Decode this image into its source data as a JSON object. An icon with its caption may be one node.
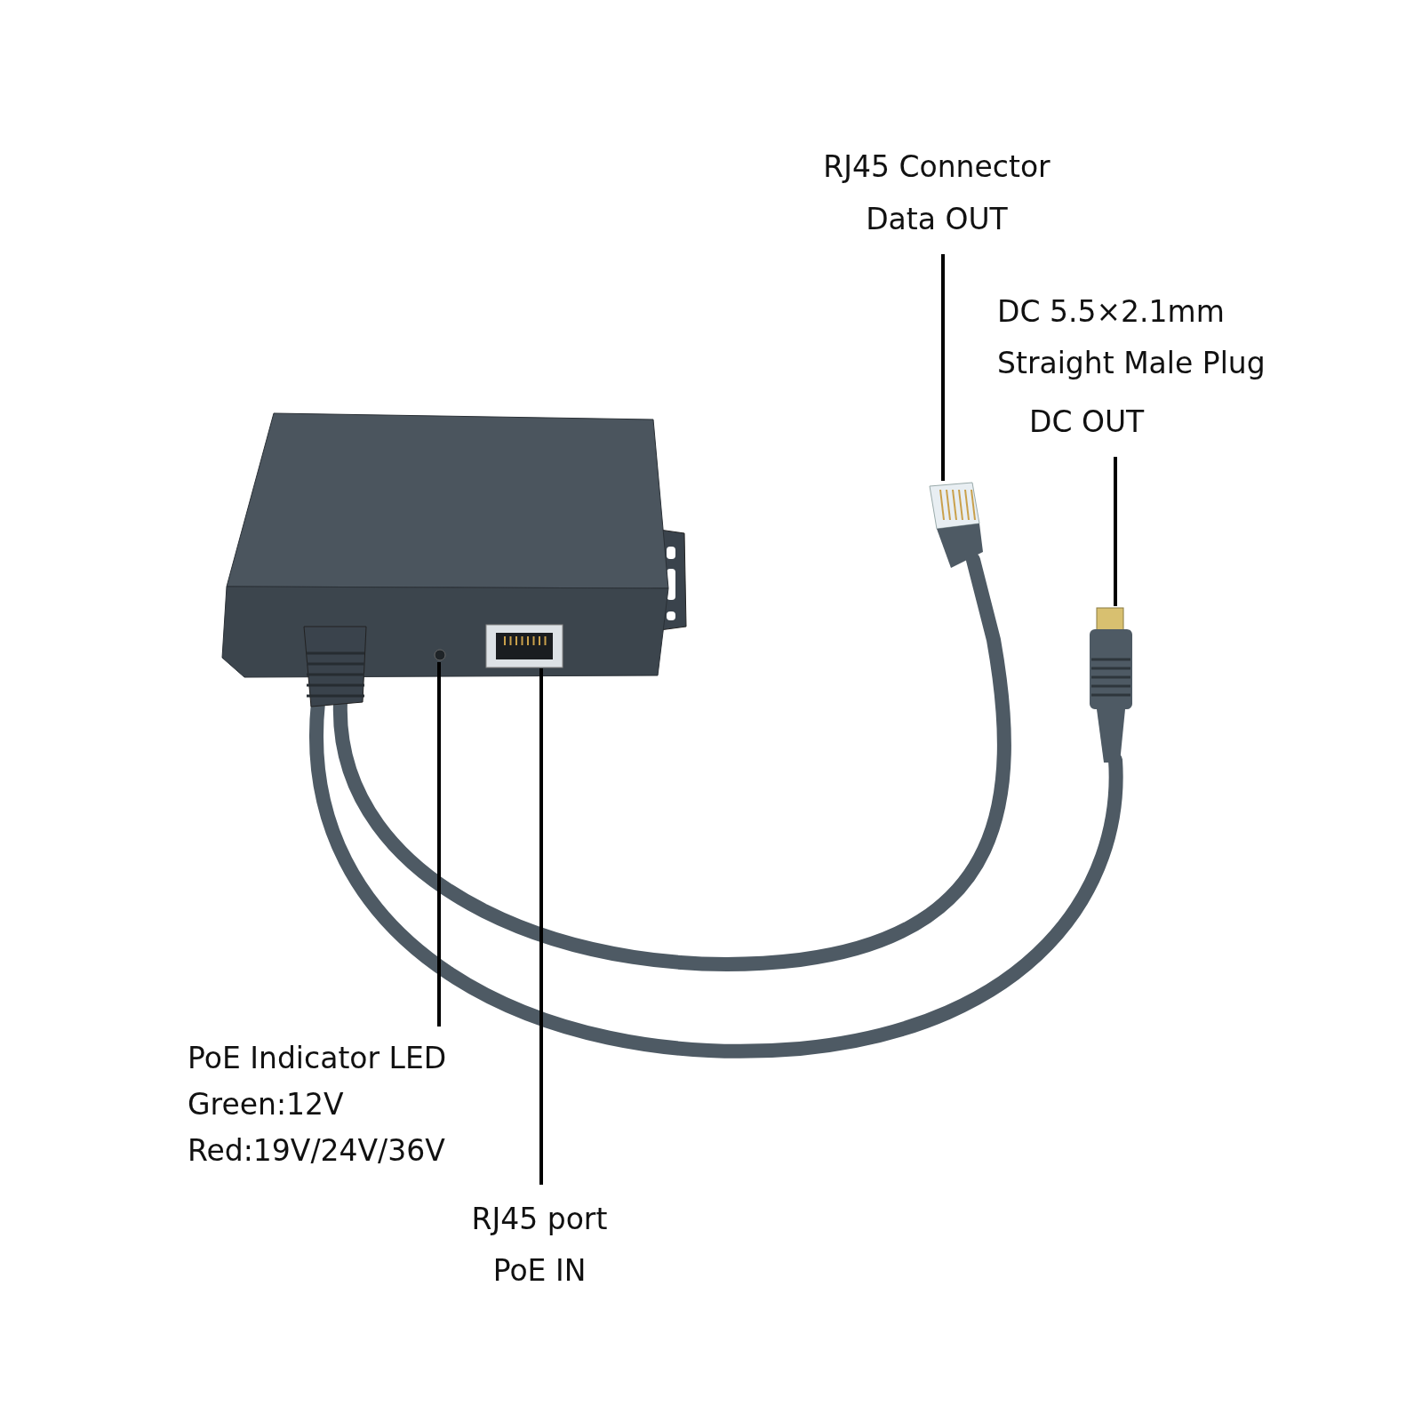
{
  "diagram": {
    "nodes": [
      {
        "text": [
          "RJ45 Connector",
          "Data OUT"
        ]
      },
      {
        "text": [
          "DC 5.5×2.1mm Straight Male Plug",
          "DC OUT"
        ]
      },
      {
        "text": [
          "PoE Indicator LED",
          "Green:12V",
          "Red:19V/24V/36V"
        ]
      },
      {
        "text": [
          "RJ45 port",
          "PoE IN"
        ]
      },
      {
        "text": [],
        "shape": "picture"
      },
      {
        "text": [],
        "shape": "picture"
      },
      {
        "text": [],
        "shape": "circle"
      },
      {
        "text": [],
        "shape": "picture"
      }
    ],
    "edges": [
      {
        "from": 0,
        "to": 4,
        "arrow": "none"
      },
      {
        "from": 1,
        "to": 5,
        "arrow": "none"
      },
      {
        "from": 2,
        "to": 6,
        "arrow": "none"
      },
      {
        "from": 3,
        "to": 7,
        "arrow": "none"
      }
    ]
  }
}
